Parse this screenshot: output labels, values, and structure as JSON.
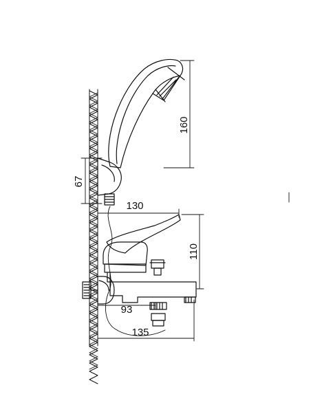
{
  "drawing": {
    "description_colors": {
      "line": "#111111",
      "background": "#ffffff"
    },
    "dimensions": {
      "shower_head_height": "160",
      "holder_height": "67",
      "reach_top": "130",
      "handle_height": "110",
      "spout_inner": "93",
      "overall_depth": "135"
    }
  }
}
